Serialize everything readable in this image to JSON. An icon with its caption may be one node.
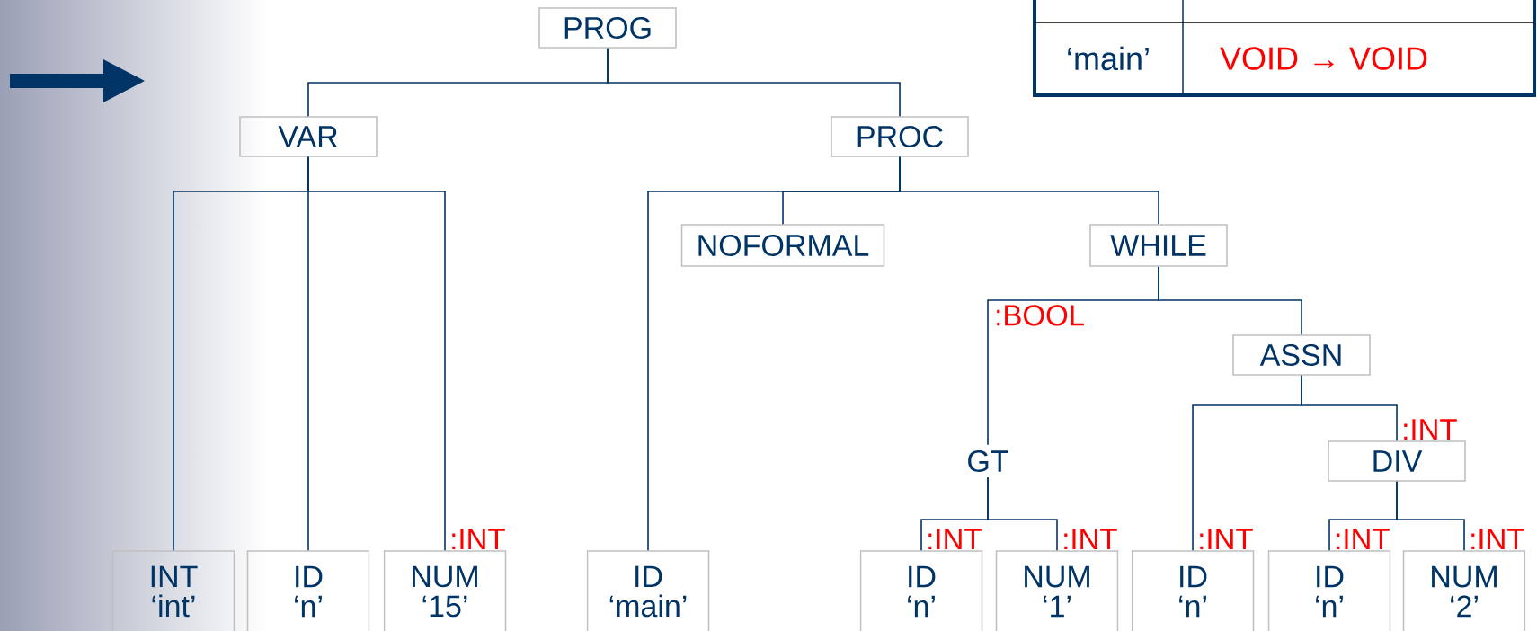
{
  "diagram": {
    "nodes": [
      {
        "text": [
          "PROG"
        ]
      },
      {
        "text": [
          "VAR"
        ]
      },
      {
        "text": [
          "PROC"
        ]
      },
      {
        "text": [
          "NOFORMAL"
        ]
      },
      {
        "text": [
          "WHILE"
        ]
      },
      {
        "text": [
          "ASSN"
        ]
      },
      {
        "text": [
          "GT"
        ]
      },
      {
        "text": [
          "DIV"
        ]
      },
      {
        "text": [
          "INT",
          "‘int’"
        ]
      },
      {
        "text": [
          "ID",
          "‘n’"
        ]
      },
      {
        "text": [
          "NUM",
          "‘15’"
        ]
      },
      {
        "text": [
          "ID",
          "‘main’"
        ]
      },
      {
        "text": [
          "ID",
          "‘n’"
        ]
      },
      {
        "text": [
          "NUM",
          "‘1’"
        ]
      },
      {
        "text": [
          "ID",
          "‘n’"
        ]
      },
      {
        "text": [
          "ID",
          "‘n’"
        ]
      },
      {
        "text": [
          "NUM",
          "‘2’"
        ]
      }
    ],
    "edges": [
      {
        "from": 0,
        "to": 1,
        "arrow": "none"
      },
      {
        "from": 0,
        "to": 2,
        "arrow": "none"
      },
      {
        "from": 1,
        "to": 8,
        "arrow": "none"
      },
      {
        "from": 1,
        "to": 9,
        "arrow": "none"
      },
      {
        "from": 1,
        "to": 10,
        "arrow": "none",
        "label": ":INT"
      },
      {
        "from": 2,
        "to": 11,
        "arrow": "none"
      },
      {
        "from": 2,
        "to": 3,
        "arrow": "none"
      },
      {
        "from": 2,
        "to": 4,
        "arrow": "none"
      },
      {
        "from": 4,
        "to": 6,
        "arrow": "none",
        "label": ":BOOL"
      },
      {
        "from": 4,
        "to": 5,
        "arrow": "none"
      },
      {
        "from": 6,
        "to": 12,
        "arrow": "none",
        "label": ":INT"
      },
      {
        "from": 6,
        "to": 13,
        "arrow": "none",
        "label": ":INT"
      },
      {
        "from": 5,
        "to": 14,
        "arrow": "none",
        "label": ":INT"
      },
      {
        "from": 5,
        "to": 7,
        "arrow": "none",
        "label": ":INT"
      },
      {
        "from": 7,
        "to": 15,
        "arrow": "none",
        "label": ":INT"
      },
      {
        "from": 7,
        "to": 16,
        "arrow": "none",
        "label": ":INT"
      }
    ],
    "labels": [
      "‘main’",
      "VOID → VOID"
    ]
  }
}
